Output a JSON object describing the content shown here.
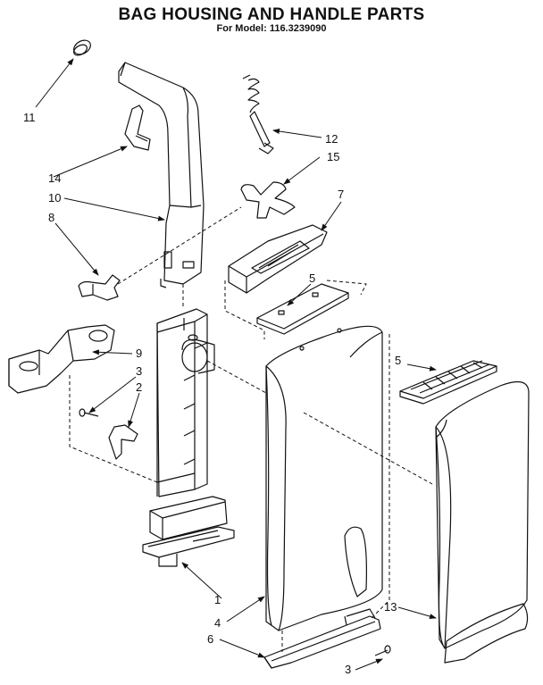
{
  "title": "BAG HOUSING AND HANDLE PARTS",
  "subtitle_prefix": "For Model:",
  "model": "116.3239090",
  "callouts": [
    {
      "id": "c11",
      "label": "11"
    },
    {
      "id": "c12",
      "label": "12"
    },
    {
      "id": "c15",
      "label": "15"
    },
    {
      "id": "c14",
      "label": "14"
    },
    {
      "id": "c10",
      "label": "10"
    },
    {
      "id": "c8",
      "label": "8"
    },
    {
      "id": "c7",
      "label": "7"
    },
    {
      "id": "c5a",
      "label": "5"
    },
    {
      "id": "c5b",
      "label": "5"
    },
    {
      "id": "c9",
      "label": "9"
    },
    {
      "id": "c3a",
      "label": "3"
    },
    {
      "id": "c2",
      "label": "2"
    },
    {
      "id": "c1",
      "label": "1"
    },
    {
      "id": "c4",
      "label": "4"
    },
    {
      "id": "c13",
      "label": "13"
    },
    {
      "id": "c6",
      "label": "6"
    },
    {
      "id": "c3b",
      "label": "3"
    }
  ]
}
